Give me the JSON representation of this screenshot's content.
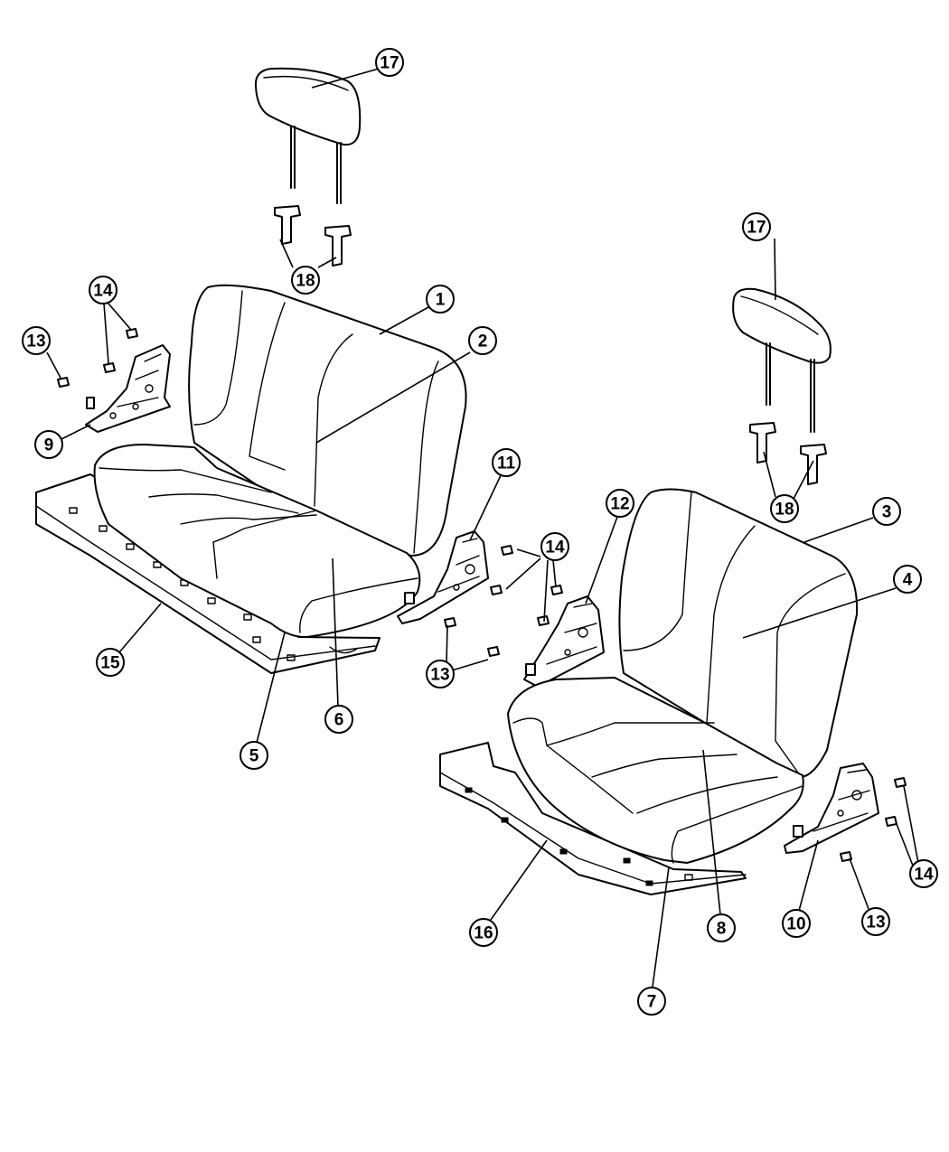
{
  "callouts": [
    {
      "id": "c17a",
      "label": "17"
    },
    {
      "id": "c18a",
      "label": "18"
    },
    {
      "id": "c14a",
      "label": "14"
    },
    {
      "id": "c13a",
      "label": "13"
    },
    {
      "id": "c9",
      "label": "9"
    },
    {
      "id": "c1",
      "label": "1"
    },
    {
      "id": "c2",
      "label": "2"
    },
    {
      "id": "c11",
      "label": "11"
    },
    {
      "id": "c15",
      "label": "15"
    },
    {
      "id": "c6",
      "label": "6"
    },
    {
      "id": "c5",
      "label": "5"
    },
    {
      "id": "c17b",
      "label": "17"
    },
    {
      "id": "c18b",
      "label": "18"
    },
    {
      "id": "c3",
      "label": "3"
    },
    {
      "id": "c4",
      "label": "4"
    },
    {
      "id": "c12",
      "label": "12"
    },
    {
      "id": "c14b",
      "label": "14"
    },
    {
      "id": "c13b",
      "label": "13"
    },
    {
      "id": "c16",
      "label": "16"
    },
    {
      "id": "c8",
      "label": "8"
    },
    {
      "id": "c7",
      "label": "7"
    },
    {
      "id": "c10",
      "label": "10"
    },
    {
      "id": "c13c",
      "label": "13"
    },
    {
      "id": "c14c",
      "label": "14"
    }
  ]
}
